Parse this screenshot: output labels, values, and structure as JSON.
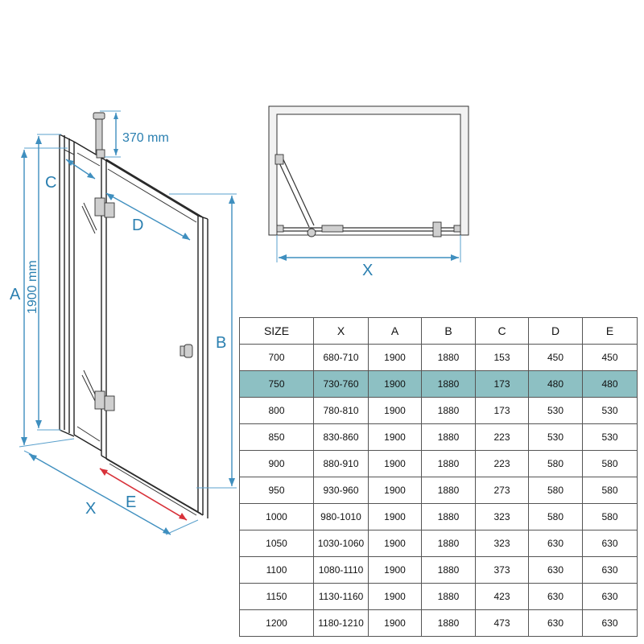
{
  "diagram": {
    "labels": {
      "hinge_offset": "370 mm",
      "height_value": "1900 mm",
      "A": "A",
      "B": "B",
      "C": "C",
      "D": "D",
      "E": "E",
      "X": "X",
      "top_view_X": "X"
    }
  },
  "table": {
    "highlight_color": "#8dc0c3",
    "highlight_row": 1,
    "headers": [
      "SIZE",
      "X",
      "A",
      "B",
      "C",
      "D",
      "E"
    ],
    "rows": [
      [
        "700",
        "680-710",
        "1900",
        "1880",
        "153",
        "450",
        "450"
      ],
      [
        "750",
        "730-760",
        "1900",
        "1880",
        "173",
        "480",
        "480"
      ],
      [
        "800",
        "780-810",
        "1900",
        "1880",
        "173",
        "530",
        "530"
      ],
      [
        "850",
        "830-860",
        "1900",
        "1880",
        "223",
        "530",
        "530"
      ],
      [
        "900",
        "880-910",
        "1900",
        "1880",
        "223",
        "580",
        "580"
      ],
      [
        "950",
        "930-960",
        "1900",
        "1880",
        "273",
        "580",
        "580"
      ],
      [
        "1000",
        "980-1010",
        "1900",
        "1880",
        "323",
        "580",
        "580"
      ],
      [
        "1050",
        "1030-1060",
        "1900",
        "1880",
        "323",
        "630",
        "630"
      ],
      [
        "1100",
        "1080-1110",
        "1900",
        "1880",
        "373",
        "630",
        "630"
      ],
      [
        "1150",
        "1130-1160",
        "1900",
        "1880",
        "423",
        "630",
        "630"
      ],
      [
        "1200",
        "1180-1210",
        "1900",
        "1880",
        "473",
        "630",
        "630"
      ]
    ]
  }
}
